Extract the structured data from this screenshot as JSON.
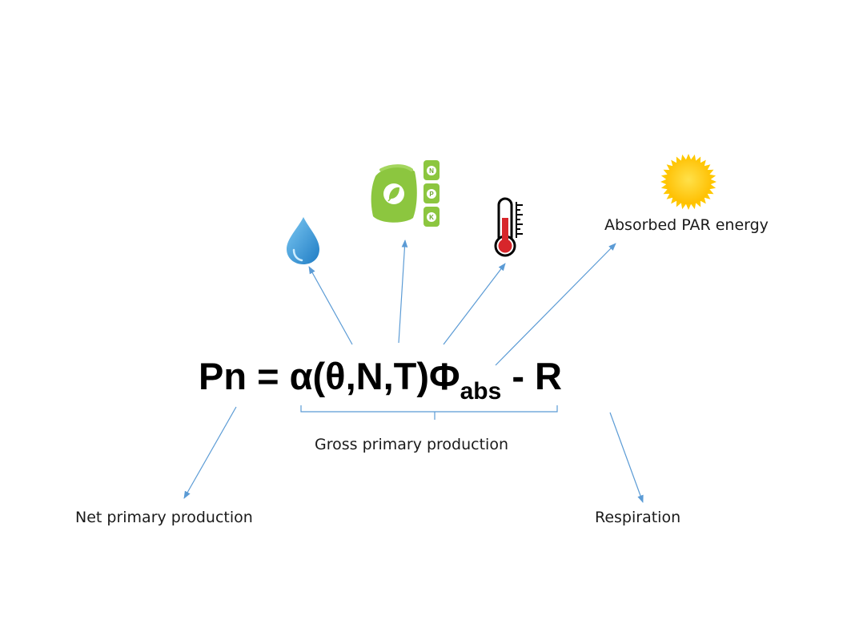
{
  "equation": {
    "main": "Pn = α(θ,N,T)Φ",
    "subscript": "abs",
    "tail": " - R"
  },
  "labels": {
    "absorbed_par": "Absorbed PAR energy",
    "gross_primary_production": "Gross primary production",
    "net_primary_production": "Net primary production",
    "respiration": "Respiration"
  },
  "fertilizer": {
    "n": "N",
    "p": "P",
    "k": "K"
  },
  "icons": [
    "water-drop-icon",
    "fertilizer-icon",
    "thermometer-icon",
    "sun-icon"
  ],
  "colors": {
    "arrow": "#5b9bd5",
    "water": "#3a9ad9",
    "fertilizer": "#8cc63f",
    "thermometer_red": "#d7262b",
    "sun": "#ffc800"
  }
}
